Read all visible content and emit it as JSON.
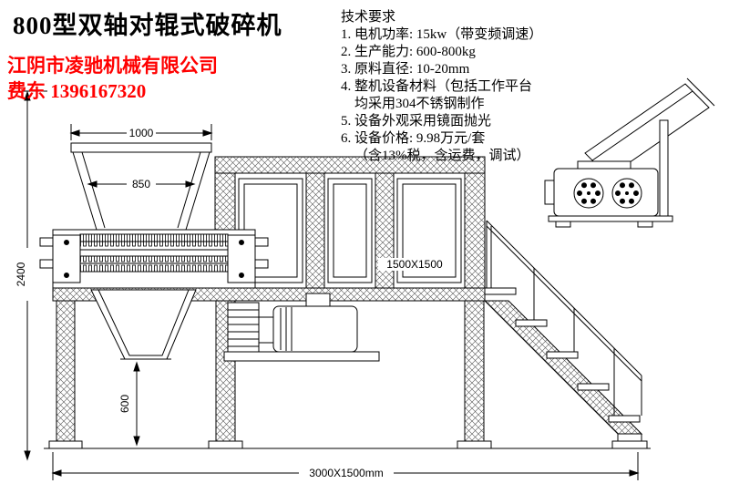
{
  "title": "800型双轴对辊式破碎机",
  "company": "江阴市凌驰机械有限公司",
  "contact": "费东 1396167320",
  "tech": {
    "heading": "技术要求",
    "lines": [
      "1. 电机功率: 15kw（带变频调速）",
      "2. 生产能力: 600-800kg",
      "3. 原料直径: 10-20mm",
      "4. 整机设备材料（包括工作平台",
      "均采用304不锈钢制作",
      "5. 设备外观采用镜面抛光",
      "6. 设备价格: 9.98万元/套",
      "（含13%税，含运费，调试）"
    ]
  },
  "dimensions": {
    "hopper_top": "1000",
    "hopper_inner": "850",
    "height_overall": "2400",
    "discharge_height": "600",
    "platform": "1500X1500",
    "overall": "3000X1500mm"
  },
  "colors": {
    "line": "#000000",
    "accent_red": "#ff0000",
    "background": "#ffffff"
  }
}
